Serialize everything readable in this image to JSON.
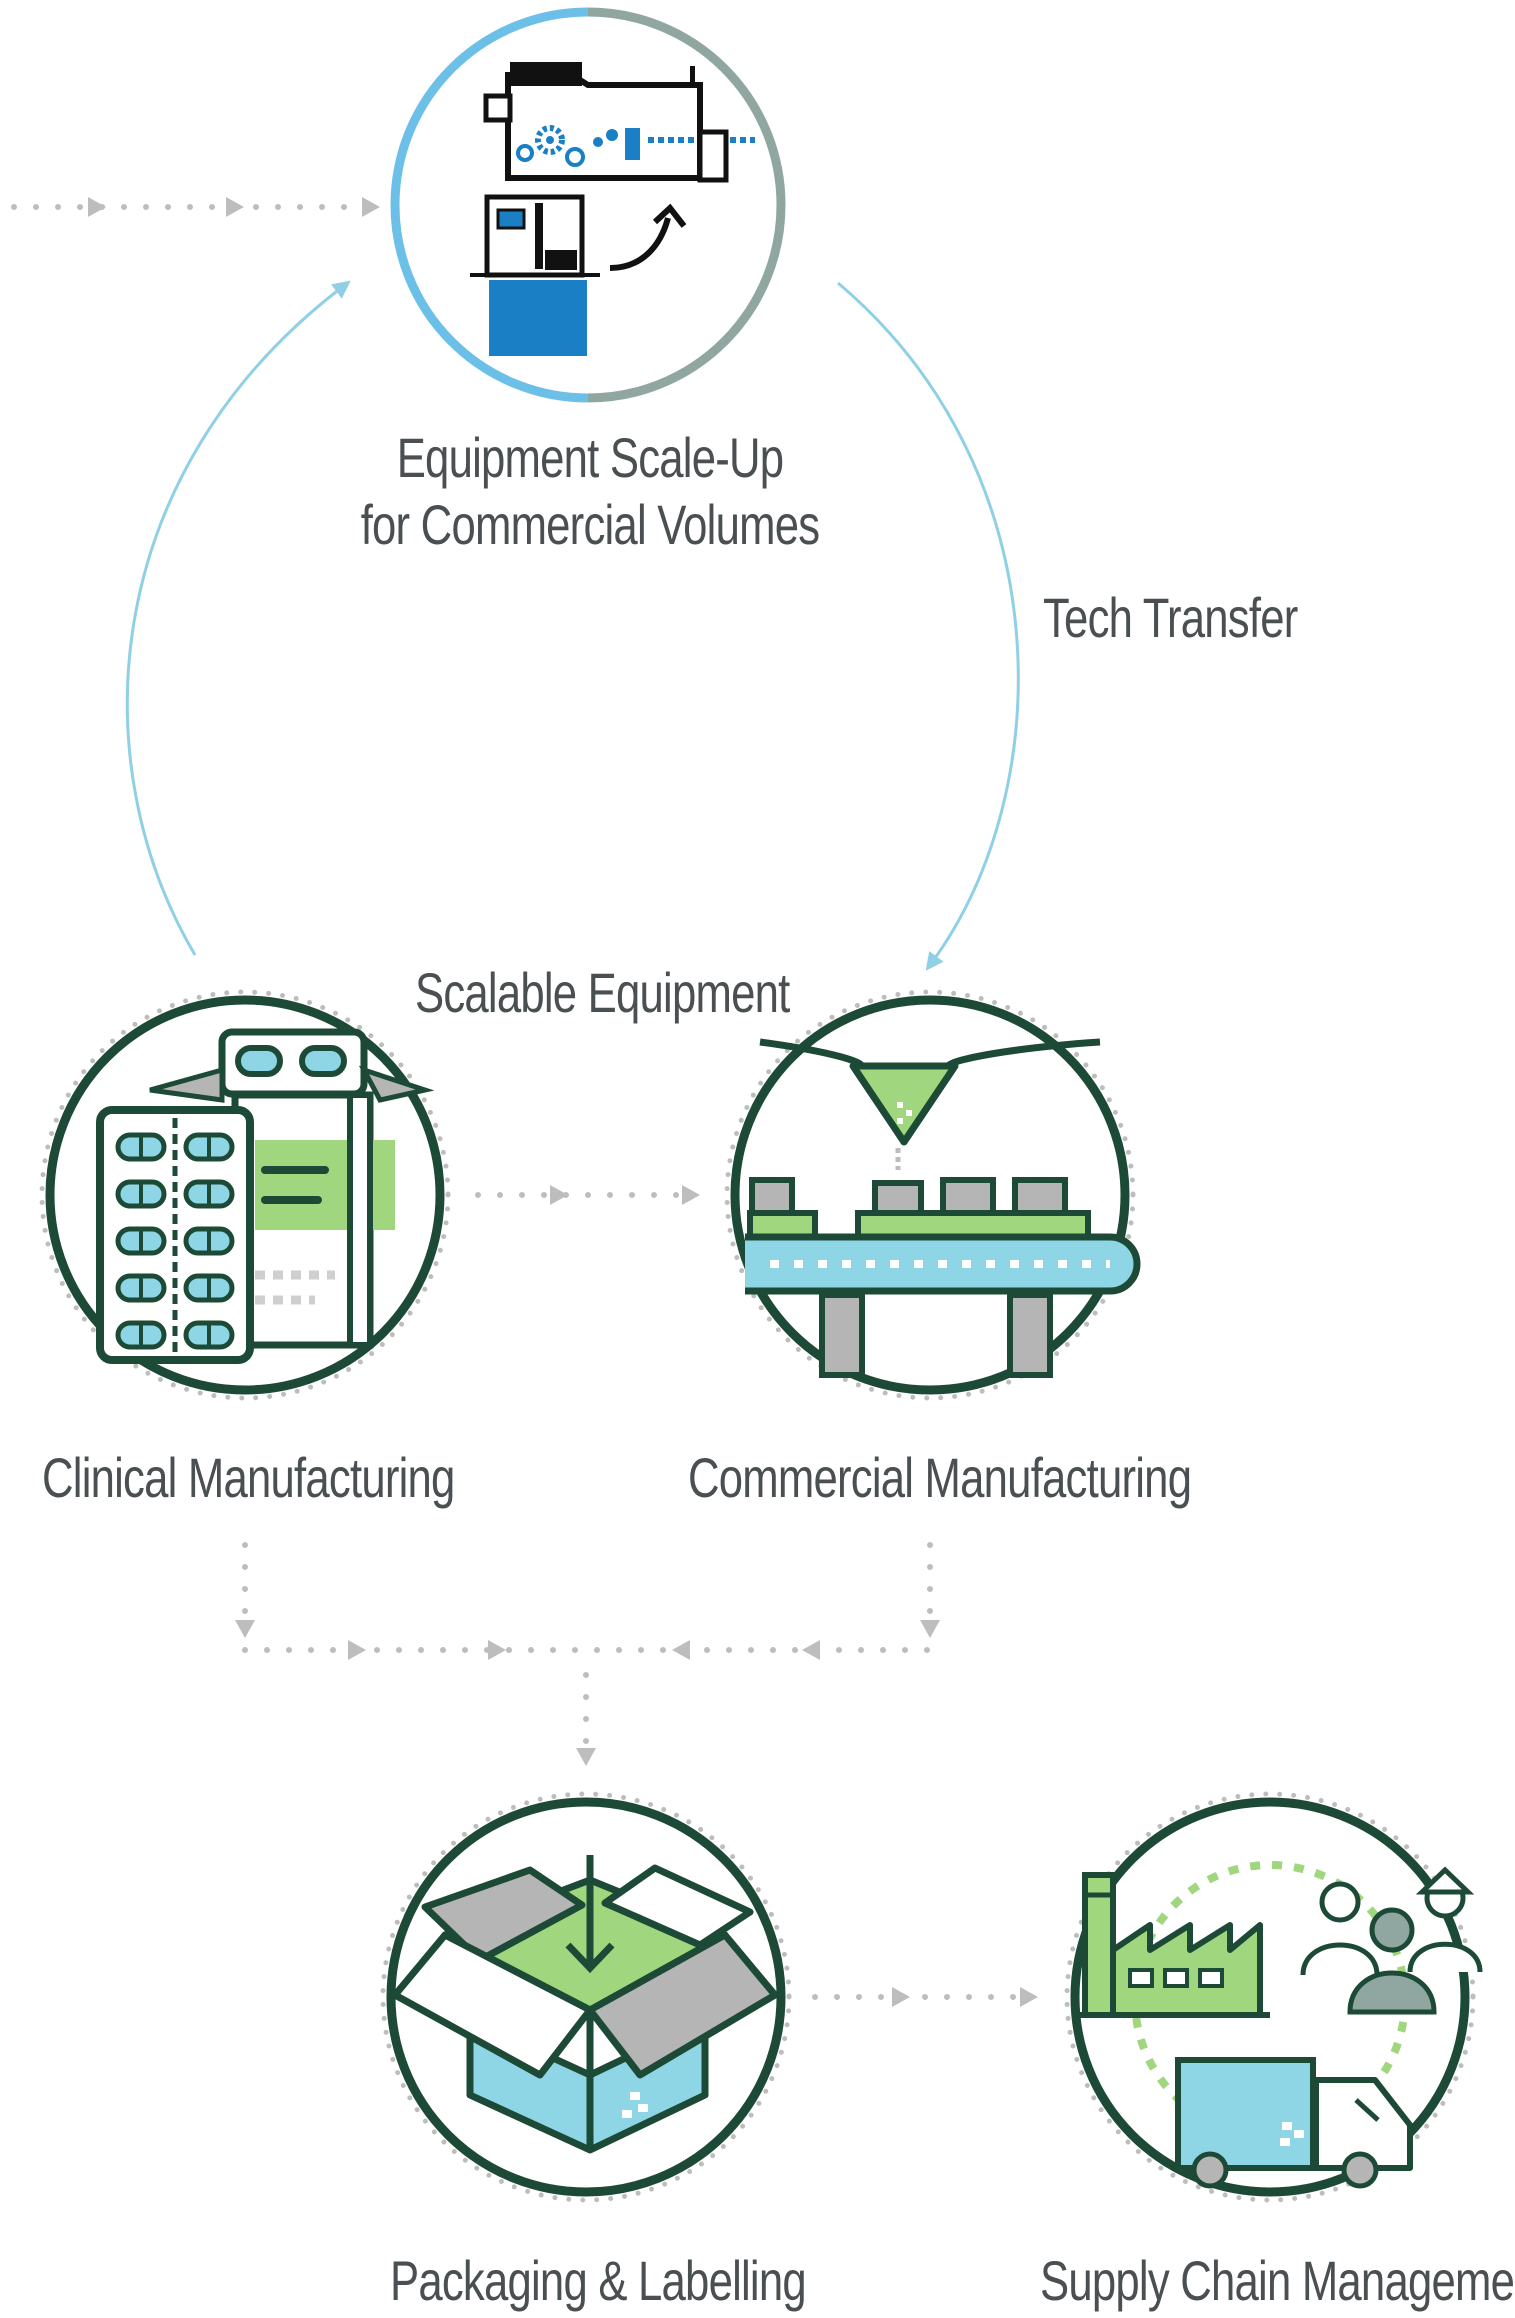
{
  "diagram": {
    "nodes": {
      "equipment_scale_up": {
        "line1": "Equipment Scale-Up",
        "line2": "for Commercial Volumes",
        "icon": "machine-icon"
      },
      "clinical": {
        "label": "Clinical Manufacturing",
        "icon": "blister-pack-icon"
      },
      "commercial": {
        "label": "Commercial Manufacturing",
        "icon": "conveyor-icon"
      },
      "packaging": {
        "label": "Packaging & Labelling",
        "icon": "box-icon"
      },
      "supply_chain": {
        "label": "Supply Chain Management",
        "icon": "factory-truck-icon"
      }
    },
    "edges": {
      "tech_transfer": "Tech Transfer",
      "scalable_equipment": "Scalable Equipment"
    },
    "colors": {
      "dark_green": "#1d4a36",
      "light_green": "#9fd67e",
      "light_blue": "#8ed6e6",
      "arc_blue": "#8fd0e6",
      "ring_blue": "#6cc0e8",
      "ring_gray": "#8fa7a0",
      "machine_blue": "#1a7fc4",
      "gray": "#b5b5b5",
      "dots": "#bdbdbd",
      "text": "#4a4f52"
    }
  }
}
